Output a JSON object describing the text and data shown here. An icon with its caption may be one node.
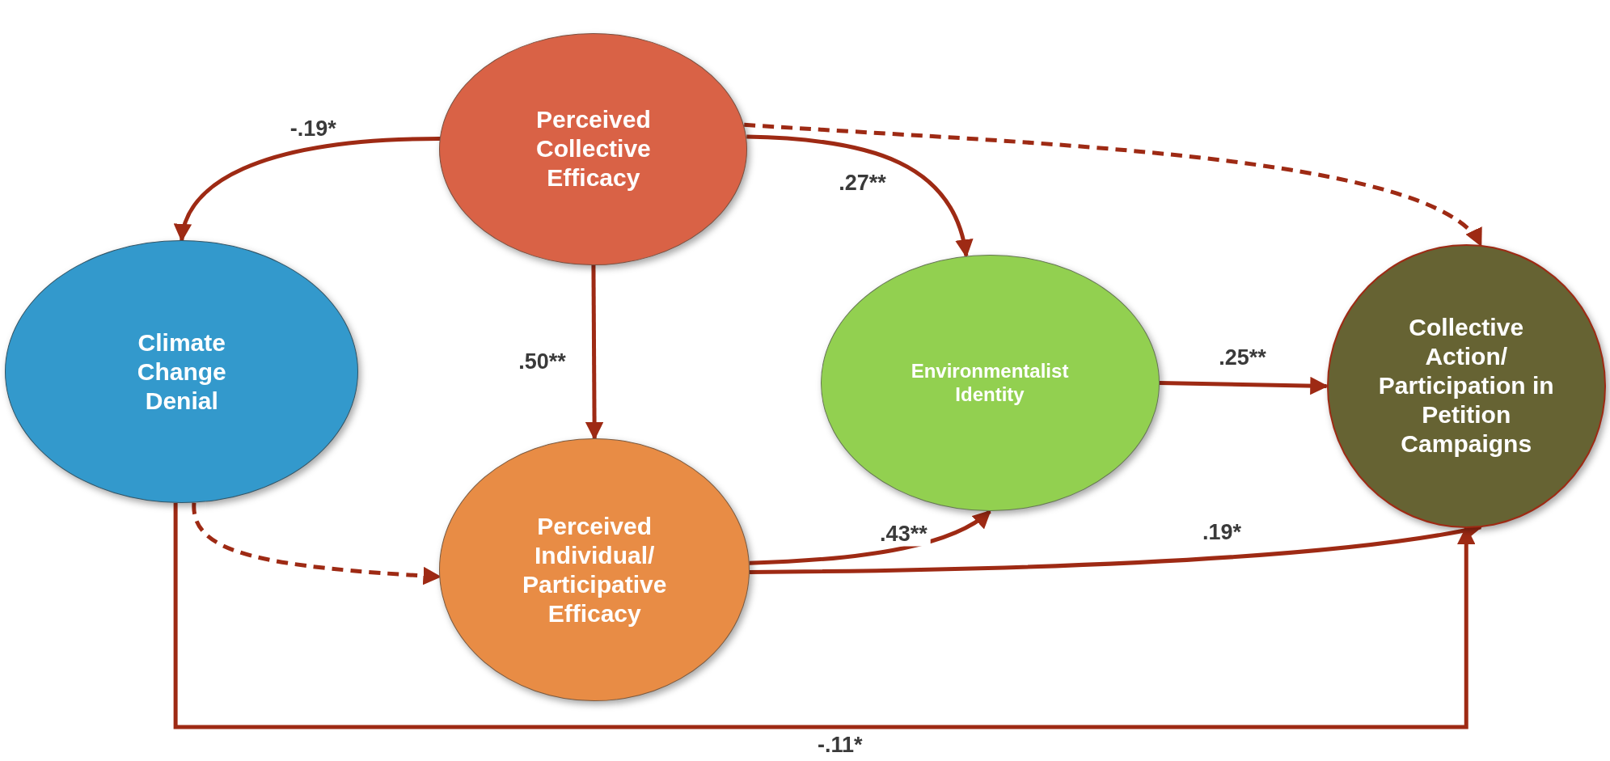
{
  "diagram": {
    "nodes": [
      {
        "text": [
          "Perceived Collective Efficacy"
        ]
      },
      {
        "text": [
          "Climate Change Denial"
        ]
      },
      {
        "text": [
          "Environmentalist Identity"
        ]
      },
      {
        "text": [
          "Collective Action/ Participation in Petition Campaigns"
        ]
      },
      {
        "text": [
          "Perceived Individual/ Participative Efficacy"
        ]
      }
    ],
    "edges": [
      {
        "from": 0,
        "to": 1,
        "arrow": "to",
        "label": "-.19*"
      },
      {
        "from": 0,
        "to": 4,
        "arrow": "to",
        "label": ".50**"
      },
      {
        "from": 0,
        "to": 2,
        "arrow": "to",
        "label": ".27**"
      },
      {
        "from": 0,
        "to": 3,
        "arrow": "to",
        "style": "dashed"
      },
      {
        "from": 1,
        "to": 4,
        "arrow": "to",
        "style": "dashed"
      },
      {
        "from": 4,
        "to": 2,
        "arrow": "to",
        "label": ".43**"
      },
      {
        "from": 4,
        "to": 3,
        "arrow": "to",
        "label": ".19*"
      },
      {
        "from": 2,
        "to": 3,
        "arrow": "to",
        "label": ".25**"
      },
      {
        "from": 1,
        "to": 3,
        "arrow": "to",
        "label": "-.11*"
      }
    ]
  }
}
